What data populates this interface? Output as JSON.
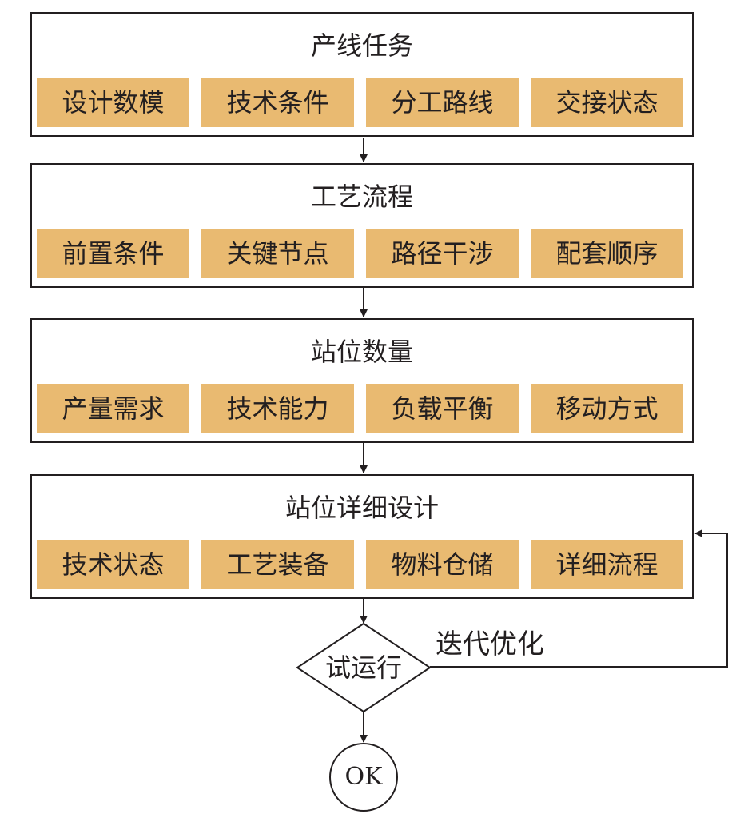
{
  "stages": [
    {
      "title": "产线任务",
      "items": [
        "设计数模",
        "技术条件",
        "分工路线",
        "交接状态"
      ]
    },
    {
      "title": "工艺流程",
      "items": [
        "前置条件",
        "关键节点",
        "路径干涉",
        "配套顺序"
      ]
    },
    {
      "title": "站位数量",
      "items": [
        "产量需求",
        "技术能力",
        "负载平衡",
        "移动方式"
      ]
    },
    {
      "title": "站位详细设计",
      "items": [
        "技术状态",
        "工艺装备",
        "物料仓储",
        "详细流程"
      ]
    }
  ],
  "decision": {
    "label": "试运行"
  },
  "loop_label": "迭代优化",
  "end": {
    "label": "OK"
  },
  "colors": {
    "item_fill": "#e9ba71",
    "line": "#231f20"
  }
}
